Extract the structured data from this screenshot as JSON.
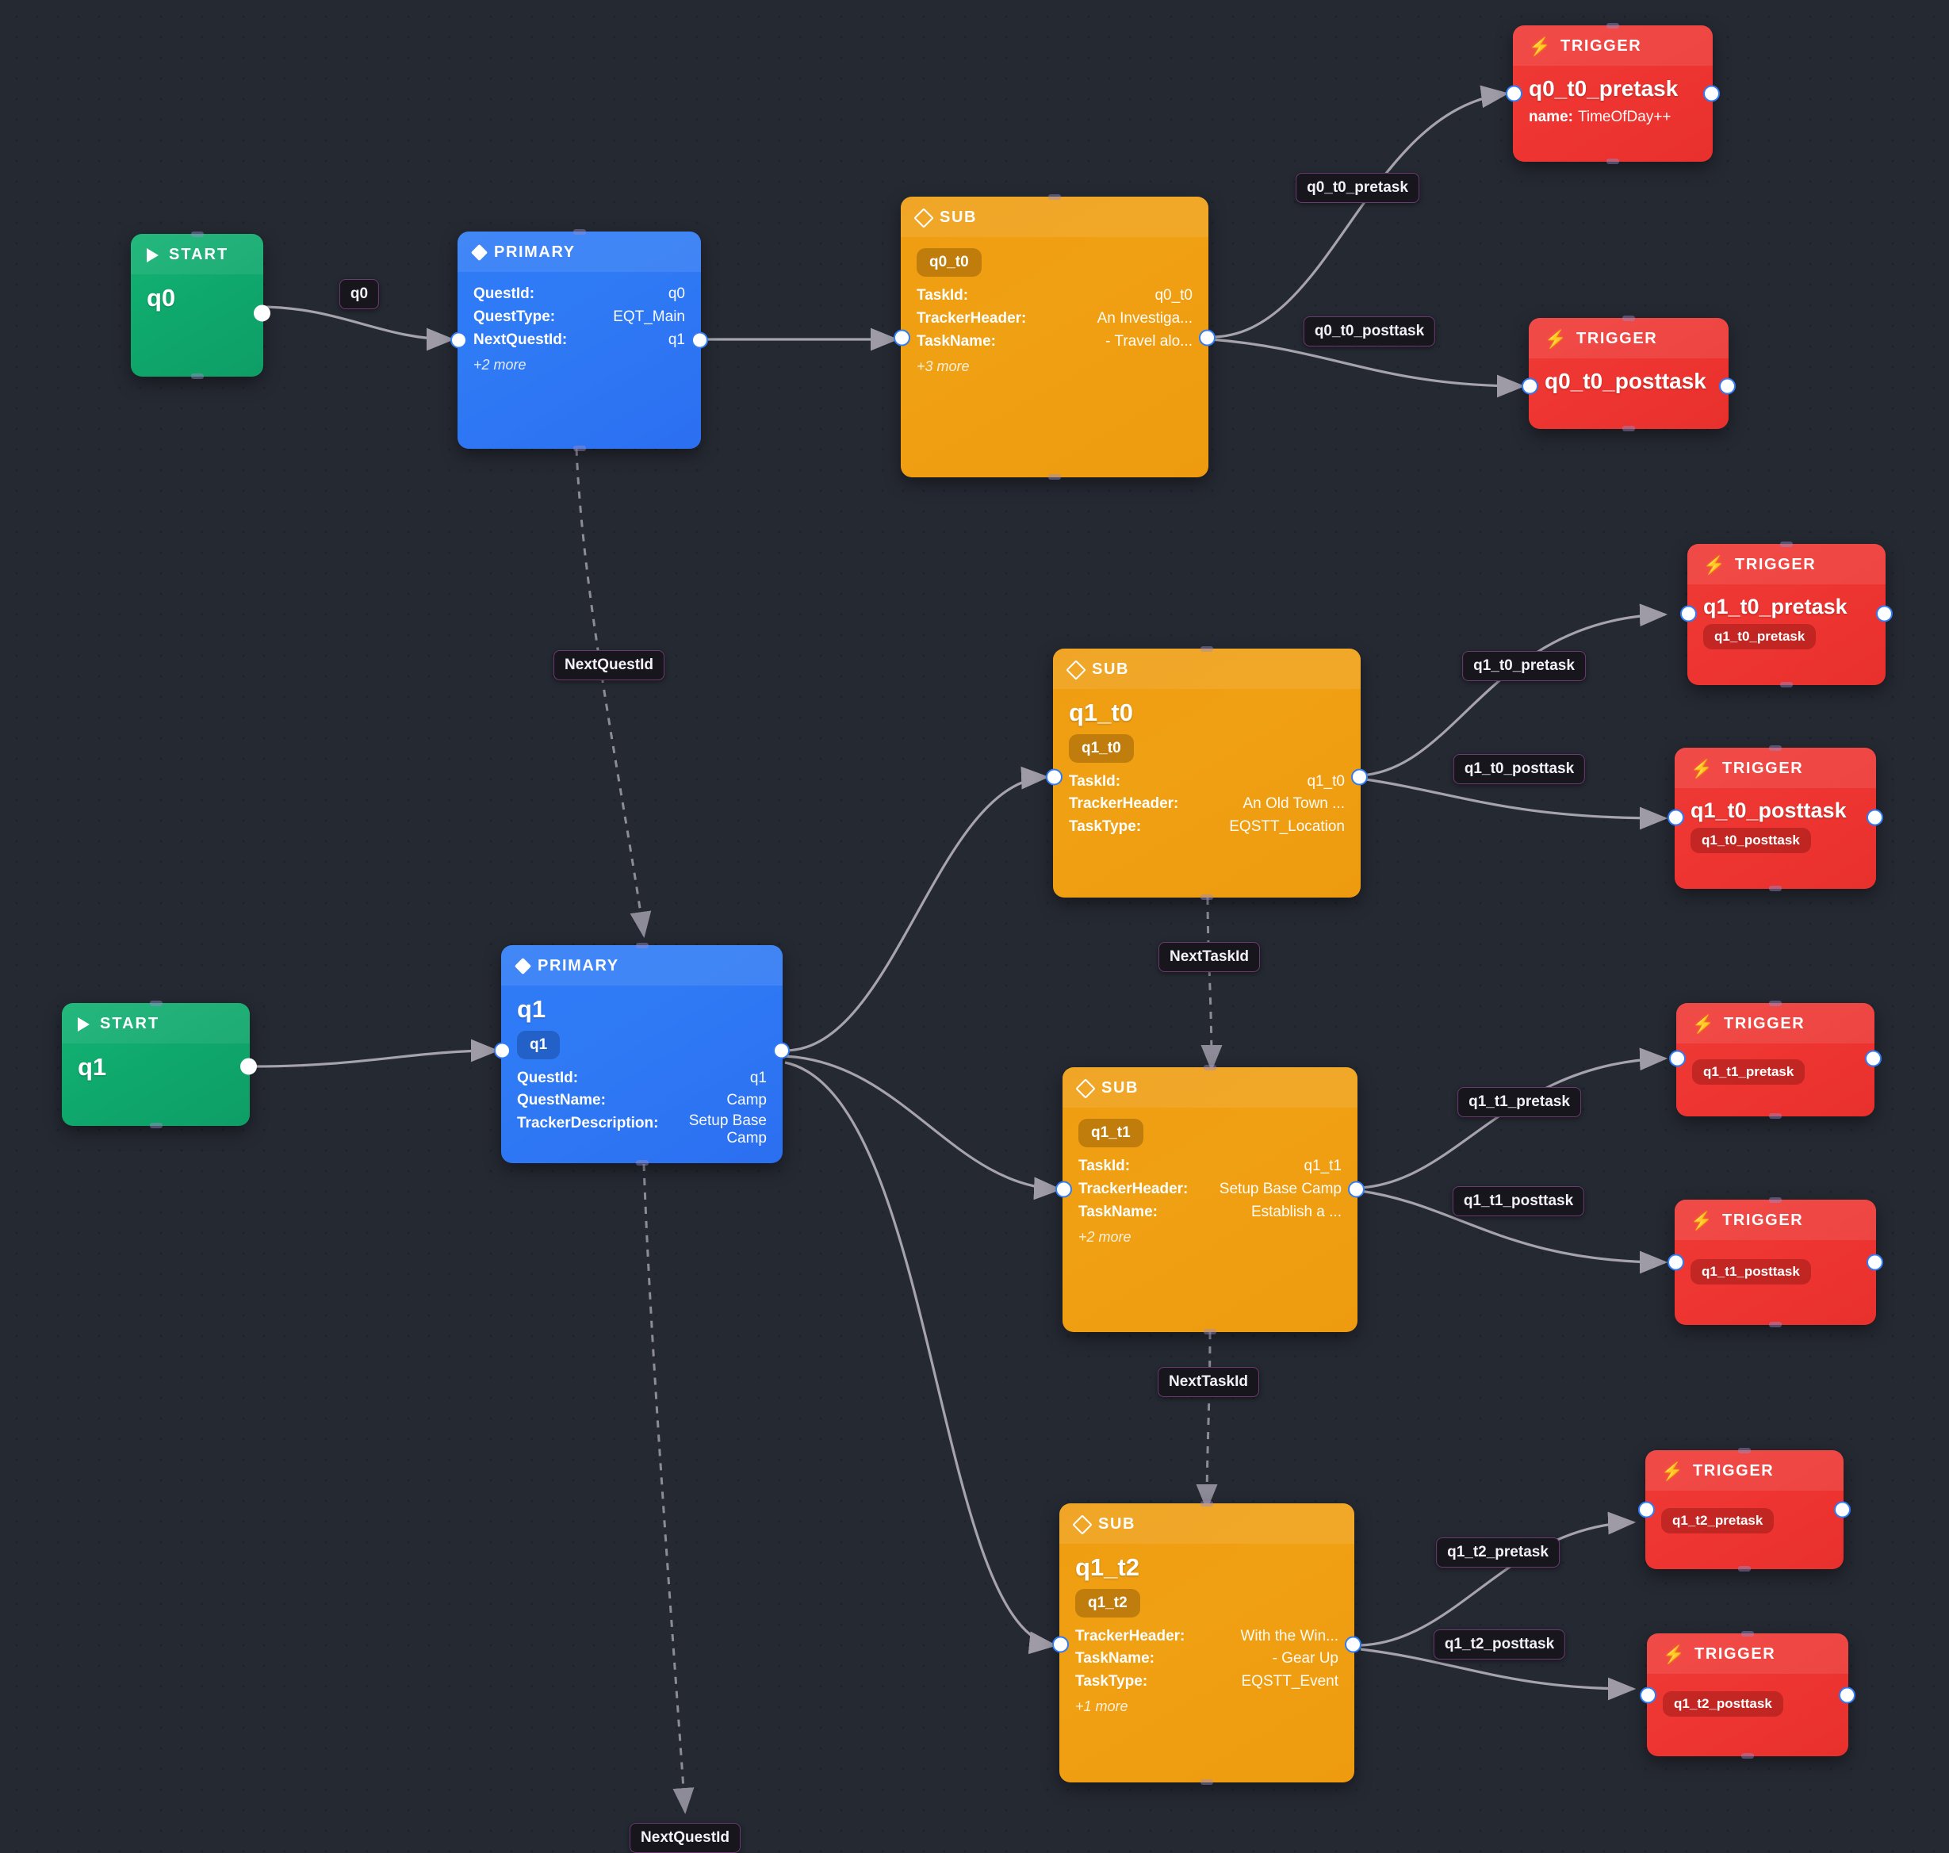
{
  "theme": {
    "background": "#252932",
    "start_color": "#11b074",
    "primary_color": "#2f7cf6",
    "sub_color": "#ef9f12",
    "trigger_color": "#ee3531",
    "edge_color": "#a6a3ad",
    "label_border": "#6d3a72",
    "label_bg": "#17161d"
  },
  "icons": {
    "start": "play-icon",
    "primary": "diamond-filled-icon",
    "sub": "diamond-outline-icon",
    "trigger": "lightning-bolt-icon"
  },
  "nodes": [
    {
      "id": "start-q0",
      "kind": "START",
      "header": "START",
      "title": "q0",
      "badge": null,
      "rows": [],
      "more": null
    },
    {
      "id": "primary-q0",
      "kind": "PRIMARY",
      "header": "PRIMARY",
      "title": null,
      "badge": null,
      "rows": [
        {
          "key": "QuestId:",
          "value": "q0"
        },
        {
          "key": "QuestType:",
          "value": "EQT_Main"
        },
        {
          "key": "NextQuestId:",
          "value": "q1"
        }
      ],
      "more": "+2 more"
    },
    {
      "id": "sub-q0-t0",
      "kind": "SUB",
      "header": "SUB",
      "title": null,
      "badge": "q0_t0",
      "rows": [
        {
          "key": "TaskId:",
          "value": "q0_t0"
        },
        {
          "key": "TrackerHeader:",
          "value": "An Investiga..."
        },
        {
          "key": "TaskName:",
          "value": "- Travel alo..."
        }
      ],
      "more": "+3 more"
    },
    {
      "id": "trigger-q0-t0-pretask",
      "kind": "TRIGGER",
      "header": "TRIGGER",
      "title": "q0_t0_pretask",
      "badge": null,
      "rows": [
        {
          "key": "name:",
          "value": "TimeOfDay++"
        }
      ],
      "more": null
    },
    {
      "id": "trigger-q0-t0-posttask",
      "kind": "TRIGGER",
      "header": "TRIGGER",
      "title": "q0_t0_posttask",
      "badge": null,
      "rows": [],
      "more": null
    },
    {
      "id": "start-q1",
      "kind": "START",
      "header": "START",
      "title": "q1",
      "badge": null,
      "rows": [],
      "more": null
    },
    {
      "id": "primary-q1",
      "kind": "PRIMARY",
      "header": "PRIMARY",
      "title": "q1",
      "badge": "q1",
      "rows": [
        {
          "key": "QuestId:",
          "value": "q1"
        },
        {
          "key": "QuestName:",
          "value": "Camp"
        },
        {
          "key": "TrackerDescription:",
          "value": "Setup Base Camp"
        }
      ],
      "more": null
    },
    {
      "id": "sub-q1-t0",
      "kind": "SUB",
      "header": "SUB",
      "title": "q1_t0",
      "badge": "q1_t0",
      "rows": [
        {
          "key": "TaskId:",
          "value": "q1_t0"
        },
        {
          "key": "TrackerHeader:",
          "value": "An Old Town ..."
        },
        {
          "key": "TaskType:",
          "value": "EQSTT_Location"
        }
      ],
      "more": null
    },
    {
      "id": "trigger-q1-t0-pretask",
      "kind": "TRIGGER",
      "header": "TRIGGER",
      "title": "q1_t0_pretask",
      "badge": "q1_t0_pretask",
      "rows": [],
      "more": null
    },
    {
      "id": "trigger-q1-t0-posttask",
      "kind": "TRIGGER",
      "header": "TRIGGER",
      "title": "q1_t0_posttask",
      "badge": "q1_t0_posttask",
      "rows": [],
      "more": null
    },
    {
      "id": "sub-q1-t1",
      "kind": "SUB",
      "header": "SUB",
      "title": null,
      "badge": "q1_t1",
      "rows": [
        {
          "key": "TaskId:",
          "value": "q1_t1"
        },
        {
          "key": "TrackerHeader:",
          "value": "Setup Base Camp"
        },
        {
          "key": "TaskName:",
          "value": "Establish a ..."
        }
      ],
      "more": "+2 more"
    },
    {
      "id": "trigger-q1-t1-pretask",
      "kind": "TRIGGER",
      "header": "TRIGGER",
      "title": null,
      "badge": "q1_t1_pretask",
      "rows": [],
      "more": null
    },
    {
      "id": "trigger-q1-t1-posttask",
      "kind": "TRIGGER",
      "header": "TRIGGER",
      "title": null,
      "badge": "q1_t1_posttask",
      "rows": [],
      "more": null
    },
    {
      "id": "sub-q1-t2",
      "kind": "SUB",
      "header": "SUB",
      "title": "q1_t2",
      "badge": "q1_t2",
      "rows": [
        {
          "key": "TrackerHeader:",
          "value": "With the Win..."
        },
        {
          "key": "TaskName:",
          "value": "- Gear Up"
        },
        {
          "key": "TaskType:",
          "value": "EQSTT_Event"
        }
      ],
      "more": "+1 more"
    },
    {
      "id": "trigger-q1-t2-pretask",
      "kind": "TRIGGER",
      "header": "TRIGGER",
      "title": null,
      "badge": "q1_t2_pretask",
      "rows": [],
      "more": null
    },
    {
      "id": "trigger-q1-t2-posttask",
      "kind": "TRIGGER",
      "header": "TRIGGER",
      "title": null,
      "badge": "q1_t2_posttask",
      "rows": [],
      "more": null
    }
  ],
  "edge_labels": [
    {
      "id": "lbl-q0",
      "text": "q0"
    },
    {
      "id": "lbl-q0-t0-pretask",
      "text": "q0_t0_pretask"
    },
    {
      "id": "lbl-q0-t0-posttask",
      "text": "q0_t0_posttask"
    },
    {
      "id": "lbl-nextquestid-top",
      "text": "NextQuestId"
    },
    {
      "id": "lbl-q1-t0-pretask",
      "text": "q1_t0_pretask"
    },
    {
      "id": "lbl-q1-t0-posttask",
      "text": "q1_t0_posttask"
    },
    {
      "id": "lbl-nexttaskid-1",
      "text": "NextTaskId"
    },
    {
      "id": "lbl-q1-t1-pretask",
      "text": "q1_t1_pretask"
    },
    {
      "id": "lbl-q1-t1-posttask",
      "text": "q1_t1_posttask"
    },
    {
      "id": "lbl-nexttaskid-2",
      "text": "NextTaskId"
    },
    {
      "id": "lbl-q1-t2-pretask",
      "text": "q1_t2_pretask"
    },
    {
      "id": "lbl-q1-t2-posttask",
      "text": "q1_t2_posttask"
    },
    {
      "id": "lbl-nextquestid-bottom",
      "text": "NextQuestId"
    }
  ]
}
